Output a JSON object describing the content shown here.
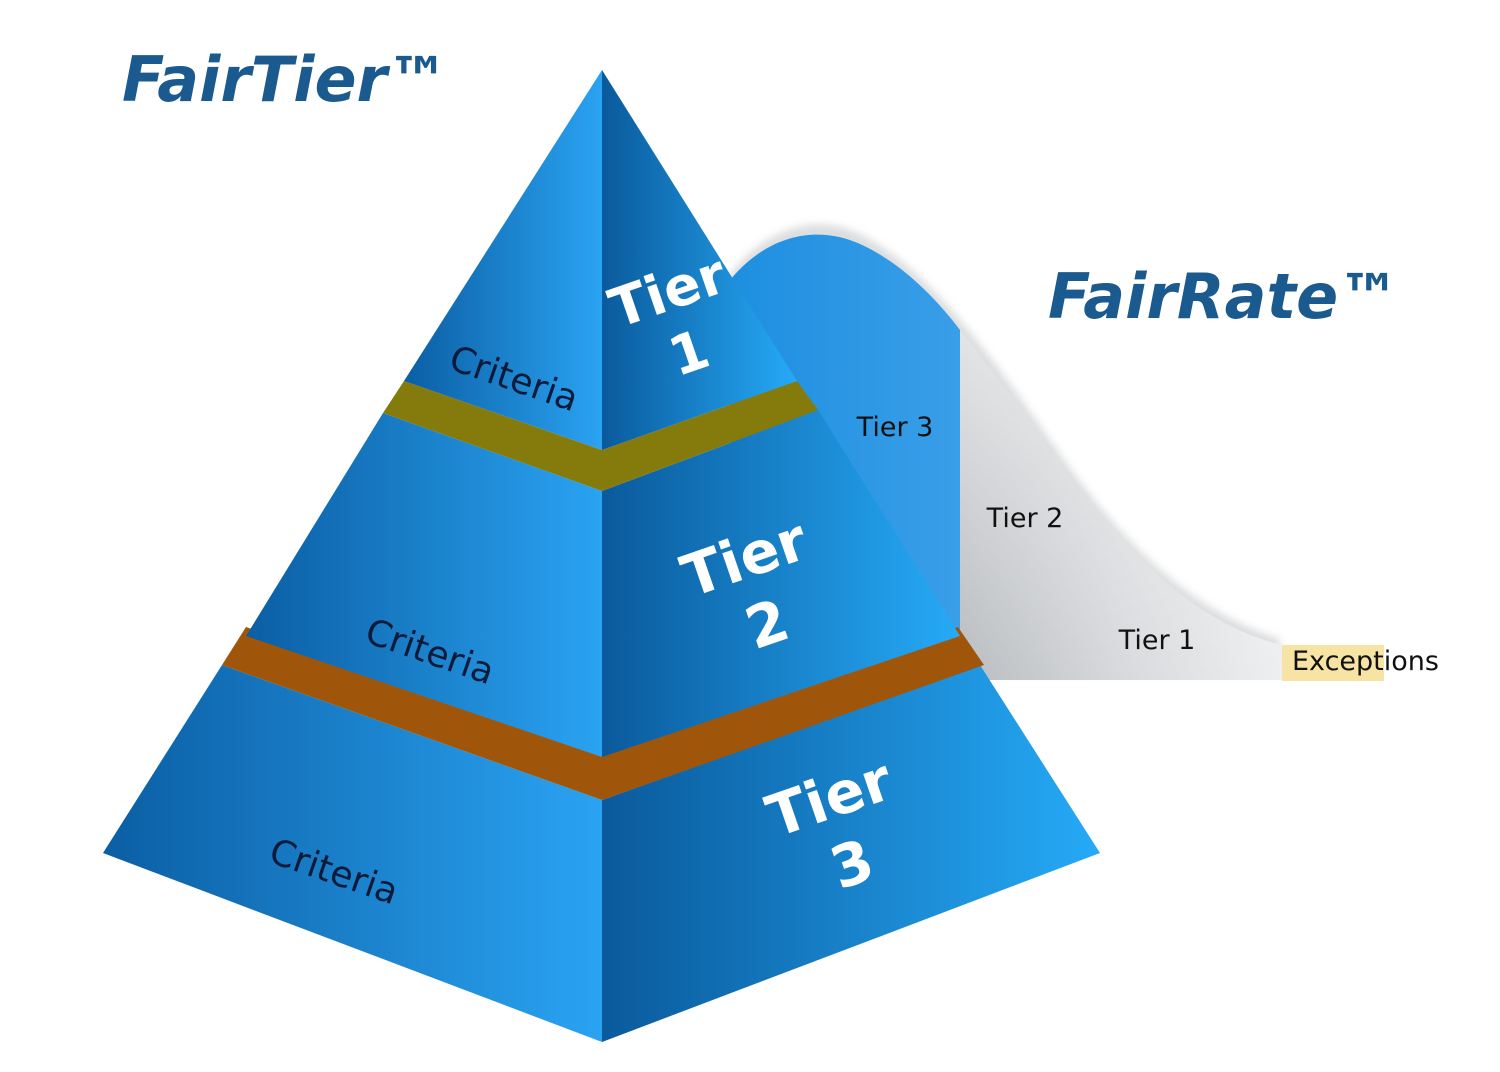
{
  "fairtier": {
    "title": "FairTier™"
  },
  "fairrate": {
    "title": "FairRate™"
  },
  "pyramid": {
    "tiers": [
      {
        "tier_label": "Tier",
        "tier_number": "1",
        "criteria_label": "Criteria"
      },
      {
        "tier_label": "Tier",
        "tier_number": "2",
        "criteria_label": "Criteria"
      },
      {
        "tier_label": "Tier",
        "tier_number": "3",
        "criteria_label": "Criteria"
      }
    ]
  },
  "curve": {
    "segments": [
      {
        "label": "Tier 3"
      },
      {
        "label": "Tier 2"
      },
      {
        "label": "Tier 1"
      },
      {
        "label": "Exceptions"
      }
    ]
  },
  "colors": {
    "brand_text": "#1b5a8e",
    "pyramid_light": "#2aa6f5",
    "pyramid_dark": "#0b5fa4",
    "band_upper": "#857a0c",
    "band_lower": "#a0560a",
    "exceptions": "#f7e3a4"
  }
}
